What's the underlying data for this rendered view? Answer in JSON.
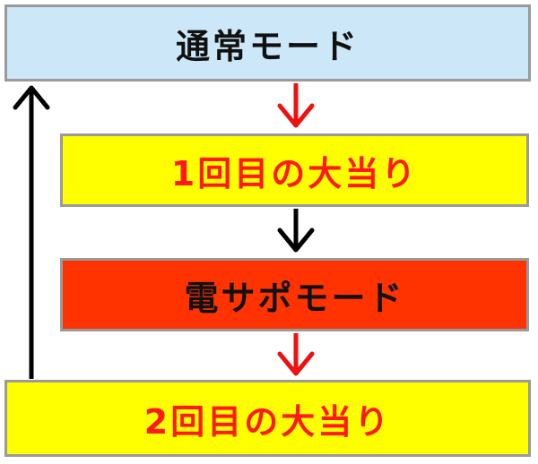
{
  "colors": {
    "normal_bg": "#cce8f8",
    "hit_bg": "#ffff00",
    "densapo_bg": "#ff3300",
    "dark_text": "#111111",
    "red_text": "#ff1a1a",
    "red_arrow": "#ee1111",
    "black_arrow": "#000000",
    "border": "#9a9a9a"
  },
  "nodes": {
    "normal_mode": "通常モード",
    "first_hit": "1回目の大当り",
    "densapo_mode": "電サポモード",
    "second_hit": "2回目の大当り"
  },
  "edges": [
    {
      "from": "normal_mode",
      "to": "first_hit",
      "color": "red"
    },
    {
      "from": "first_hit",
      "to": "densapo_mode",
      "color": "black"
    },
    {
      "from": "densapo_mode",
      "to": "second_hit",
      "color": "red"
    },
    {
      "from": "second_hit",
      "to": "normal_mode",
      "color": "black"
    }
  ]
}
